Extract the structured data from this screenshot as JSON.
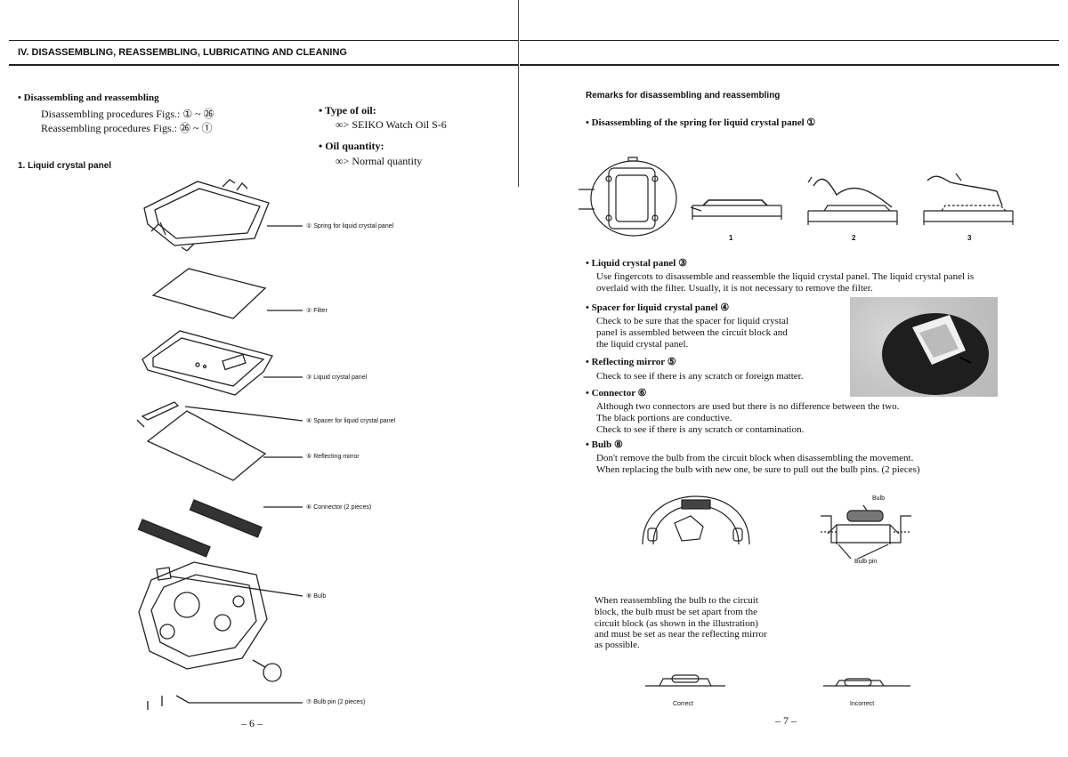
{
  "header": {
    "title": "IV. DISASSEMBLING, REASSEMBLING, LUBRICATING AND CLEANING"
  },
  "left": {
    "dis_heading": "• Disassembling and reassembling",
    "dis_line1": "Disassembling procedures Figs.: ① ~ ㉖",
    "dis_line2": "Reassembling procedures Figs.: ㉖ ~ ①",
    "oil_type_heading": "• Type of oil:",
    "oil_type_value": "∞> SEIKO Watch Oil S-6",
    "oil_qty_heading": "• Oil quantity:",
    "oil_qty_value": "∞> Normal quantity",
    "section_title": "1. Liquid crystal panel",
    "callouts": [
      "① Spring for liquid crystal panel",
      "② Filter",
      "③ Liquid crystal panel",
      "④ Spacer for liquid crystal panel",
      "⑤ Reflecting mirror",
      "⑥ Connector (2 pieces)",
      "⑧ Bulb",
      "⑦ Bulb pin (2 pieces)"
    ],
    "page_number": "– 6 –"
  },
  "right": {
    "remarks_title": "Remarks for disassembling and reassembling",
    "spring_heading": "• Disassembling of the spring for liquid crystal panel ①",
    "fig_numbers": [
      "1",
      "2",
      "3"
    ],
    "lcp_heading": "• Liquid crystal panel ③",
    "lcp_line1": "Use fingercots to disassemble and reassemble the liquid crystal panel. The liquid crystal panel is",
    "lcp_line2": "overlaid with the filter. Usually, it is not necessary to remove the filter.",
    "spacer_heading": "• Spacer for liquid crystal panel ④",
    "spacer_line1": "Check to be sure that the spacer for liquid crystal",
    "spacer_line2": "panel is assembled between the circuit block and",
    "spacer_line3": "the liquid crystal panel.",
    "mirror_heading": "• Reflecting mirror ⑤",
    "mirror_line1": "Check to see if there is any scratch or foreign matter.",
    "conn_heading": "• Connector ⑥",
    "conn_line1": "Although two connectors are used but there is no difference between the two.",
    "conn_line2": "The black portions are conductive.",
    "conn_line3": "Check to see if there is any scratch or contamination.",
    "bulb_heading": "• Bulb ⑧",
    "bulb_line1": "Don't remove the bulb from the circuit block when disassembling the movement.",
    "bulb_line2": "When replacing the bulb with new one, be sure to pull out the bulb pins. (2 pieces)",
    "bulb_label": "Bulb",
    "bulb_pin_label": "Bulb pin",
    "reass_lines": [
      "When reassembling the bulb to the circuit",
      "block, the bulb must be set apart from the",
      "circuit block (as shown in the illustration)",
      "and must be set as near the reflecting mirror",
      "as possible."
    ],
    "correct_label": "Correct",
    "incorrect_label": "Incorrect",
    "page_number": "– 7 –"
  }
}
